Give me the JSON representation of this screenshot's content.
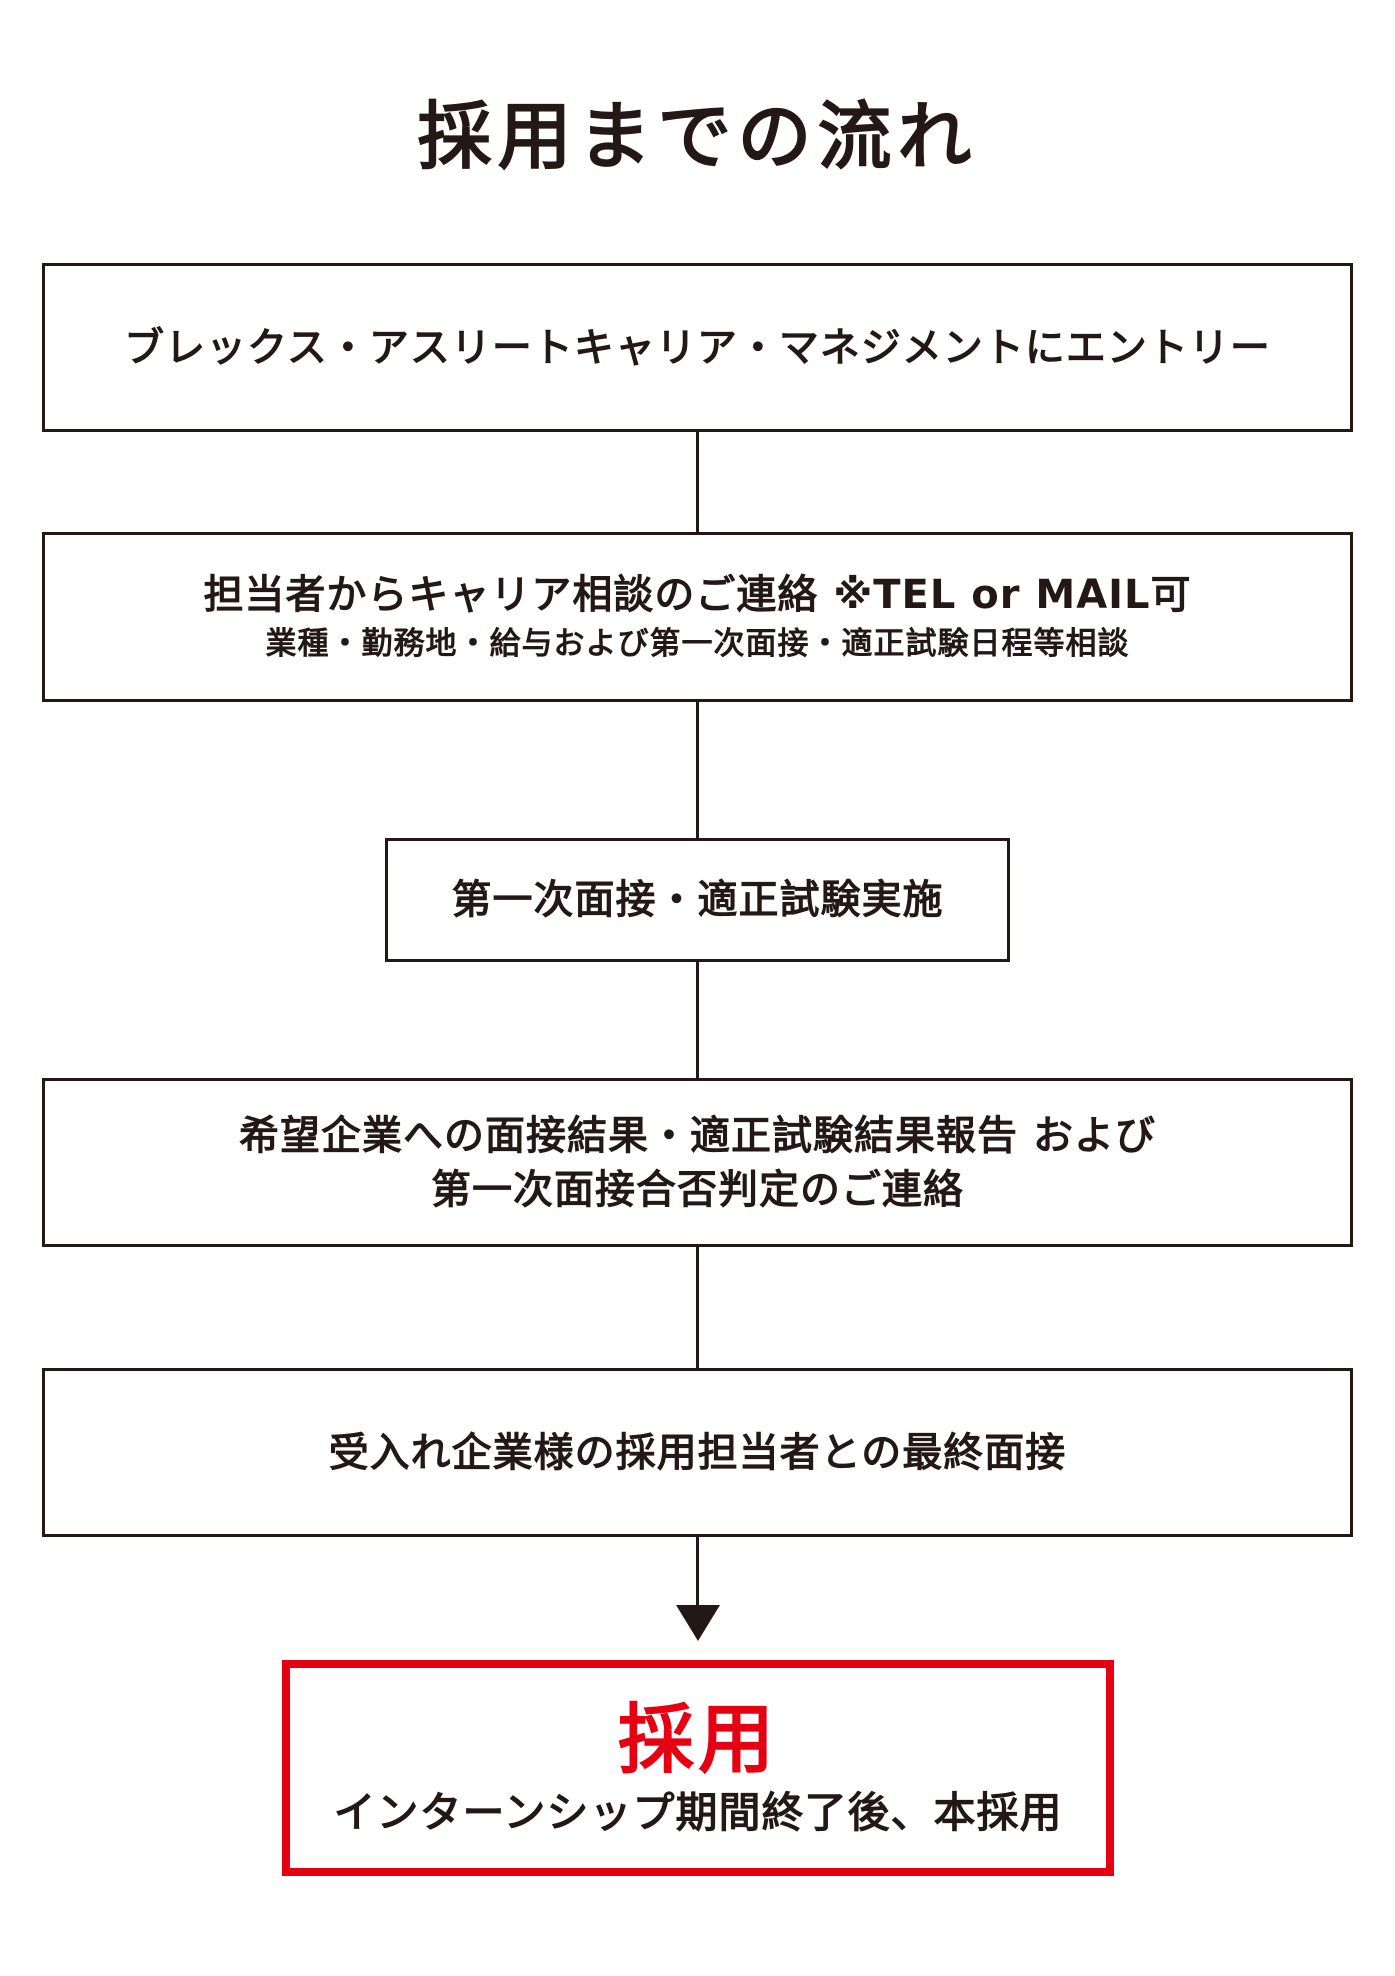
{
  "title": "採用までの流れ",
  "colors": {
    "text": "#231815",
    "accent": "#e50012",
    "background": "#ffffff"
  },
  "steps": [
    {
      "main": "ブレックス・アスリートキャリア・マネジメントにエントリー"
    },
    {
      "main": "担当者からキャリア相談のご連絡 ※TEL or MAIL可",
      "sub": "業種・勤務地・給与および第一次面接・適正試験日程等相談"
    },
    {
      "main": "第一次面接・適正試験実施"
    },
    {
      "main_lines": [
        "希望企業への面接結果・適正試験結果報告 および",
        "第一次面接合否判定のご連絡"
      ]
    },
    {
      "main": "受入れ企業様の採用担当者との最終面接"
    }
  ],
  "final": {
    "title": "採用",
    "sub": "インターンシップ期間終了後、本採用"
  }
}
